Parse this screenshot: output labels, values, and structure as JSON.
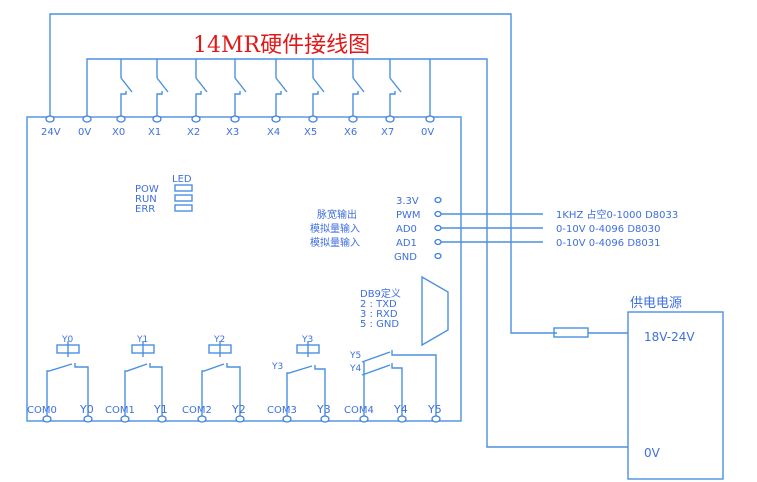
{
  "title": "14MR硬件接线图",
  "top_terminals": [
    "24V",
    "0V",
    "X0",
    "X1",
    "X2",
    "X3",
    "X4",
    "X5",
    "X6",
    "X7",
    "0V"
  ],
  "led": {
    "header": "LED",
    "items": [
      "POW",
      "RUN",
      "ERR"
    ]
  },
  "io_pins": [
    {
      "desc": "",
      "pin": "3.3V",
      "note": ""
    },
    {
      "desc": "脉宽输出",
      "pin": "PWM",
      "note": "1KHZ 占空0-1000 D8033"
    },
    {
      "desc": "模拟量输入",
      "pin": "AD0",
      "note": "0-10V 0-4096 D8030"
    },
    {
      "desc": "模拟量输入",
      "pin": "AD1",
      "note": "0-10V 0-4096 D8031"
    },
    {
      "desc": "",
      "pin": "GND",
      "note": ""
    }
  ],
  "db9": {
    "title": "DB9定义",
    "lines": [
      "2 : TXD",
      "3 : RXD",
      "5 : GND"
    ]
  },
  "bottom_terminals": [
    "COM0",
    "Y0",
    "COM1",
    "Y1",
    "COM2",
    "Y2",
    "COM3",
    "Y3",
    "COM4",
    "Y4",
    "Y5"
  ],
  "relays": {
    "coils": [
      "Y0",
      "Y1",
      "Y2",
      "Y3"
    ],
    "contacts_com4": [
      "Y5",
      "Y4"
    ],
    "contact_y3": "Y3"
  },
  "power_supply": {
    "title": "供电电源",
    "positive": "18V-24V",
    "negative": "0V"
  },
  "colors": {
    "wire": "#4a90e2",
    "text": "#3d6fe0",
    "title": "#e01818"
  }
}
